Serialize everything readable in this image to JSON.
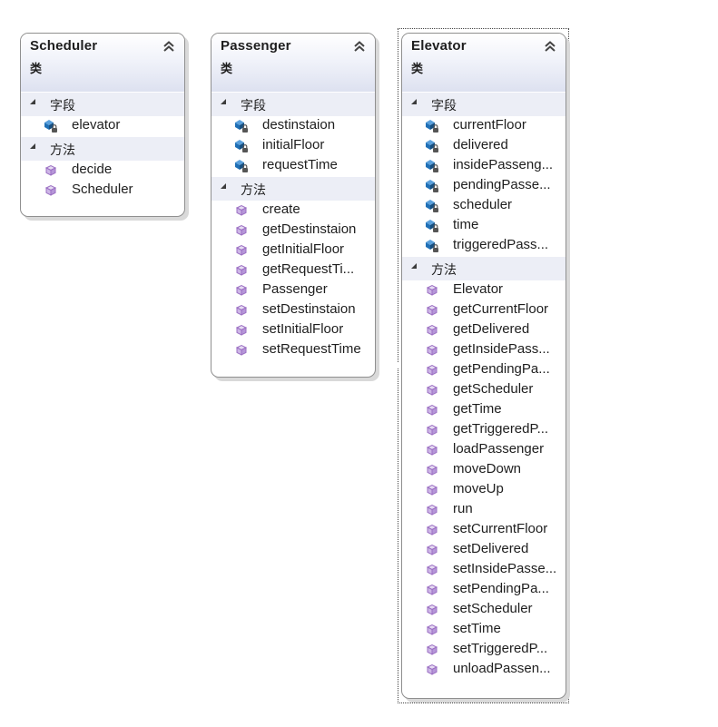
{
  "classes": [
    {
      "id": "scheduler",
      "name": "Scheduler",
      "stereotype": "类",
      "sections": [
        {
          "label": "字段",
          "kind": "field",
          "members": [
            "elevator"
          ]
        },
        {
          "label": "方法",
          "kind": "method",
          "members": [
            "decide",
            "Scheduler"
          ]
        }
      ]
    },
    {
      "id": "passenger",
      "name": "Passenger",
      "stereotype": "类",
      "sections": [
        {
          "label": "字段",
          "kind": "field",
          "members": [
            "destinstaion",
            "initialFloor",
            "requestTime"
          ]
        },
        {
          "label": "方法",
          "kind": "method",
          "members": [
            "create",
            "getDestinstaion",
            "getInitialFloor",
            "getRequestTi...",
            "Passenger",
            "setDestinstaion",
            "setInitialFloor",
            "setRequestTime"
          ]
        }
      ]
    },
    {
      "id": "elevator",
      "name": "Elevator",
      "stereotype": "类",
      "sections": [
        {
          "label": "字段",
          "kind": "field",
          "members": [
            "currentFloor",
            "delivered",
            "insidePasseng...",
            "pendingPasse...",
            "scheduler",
            "time",
            "triggeredPass..."
          ]
        },
        {
          "label": "方法",
          "kind": "method",
          "members": [
            "Elevator",
            "getCurrentFloor",
            "getDelivered",
            "getInsidePass...",
            "getPendingPa...",
            "getScheduler",
            "getTime",
            "getTriggeredP...",
            "loadPassenger",
            "moveDown",
            "moveUp",
            "run",
            "setCurrentFloor",
            "setDelivered",
            "setInsidePasse...",
            "setPendingPa...",
            "setScheduler",
            "setTime",
            "setTriggeredP...",
            "unloadPassen..."
          ]
        }
      ]
    }
  ],
  "selected_class": "elevator",
  "icons": {
    "field": "private-field-icon",
    "method": "method-icon",
    "collapse": "double-chevron-up-icon",
    "section": "section-expanded-arrow-icon"
  },
  "colors": {
    "field_icon": "#1f6fb5",
    "method_icon": "#9b6fc3",
    "header_gradient_end": "#dde1f0",
    "section_bg": "#eceef6"
  }
}
